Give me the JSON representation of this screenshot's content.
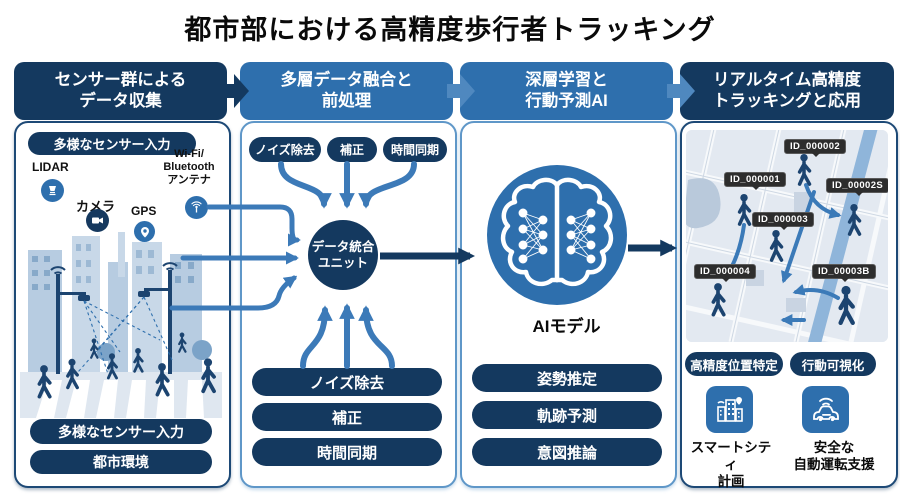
{
  "title": "都市部における高精度歩行者トラッキング",
  "colors": {
    "navy": "#14395f",
    "blue": "#2e6fad",
    "steel": "#3c7ab8",
    "chip_bg": "#2d2d2d",
    "map_bg": "#e3e9f1",
    "illustration_blue": "#9dbbd9"
  },
  "panel1": {
    "header": "センサー群による\nデータ収集",
    "top_pill": "多様なセンサー入力",
    "sensors": {
      "lidar": "LIDAR",
      "camera": "カメラ",
      "gps": "GPS",
      "wifi": "Wi-Fi/\nBluetooth\nアンテナ"
    },
    "bottom_pills": [
      "多様なセンサー入力",
      "都市環境"
    ]
  },
  "panel2": {
    "header": "多層データ融合と\n前処理",
    "top_pills": [
      "ノイズ除去",
      "補正",
      "時間同期"
    ],
    "hub": "データ統合\nユニット",
    "bottom_pills": [
      "ノイズ除去",
      "補正",
      "時間同期"
    ]
  },
  "panel3": {
    "header": "深層学習と\n行動予測AI",
    "model_label": "AIモデル",
    "pills": [
      "姿勢推定",
      "軌跡予測",
      "意図推論"
    ]
  },
  "panel4": {
    "header": "リアルタイム高精度\nトラッキングと応用",
    "ids": [
      "ID_000001",
      "ID_000002",
      "ID_00002S",
      "ID_000003",
      "ID_000004",
      "ID_00003B"
    ],
    "pills": [
      "高精度位置特定",
      "行動可視化"
    ],
    "apps": [
      {
        "label": "スマートシティ\n計画"
      },
      {
        "label": "安全な\n自動運転支援"
      }
    ]
  }
}
